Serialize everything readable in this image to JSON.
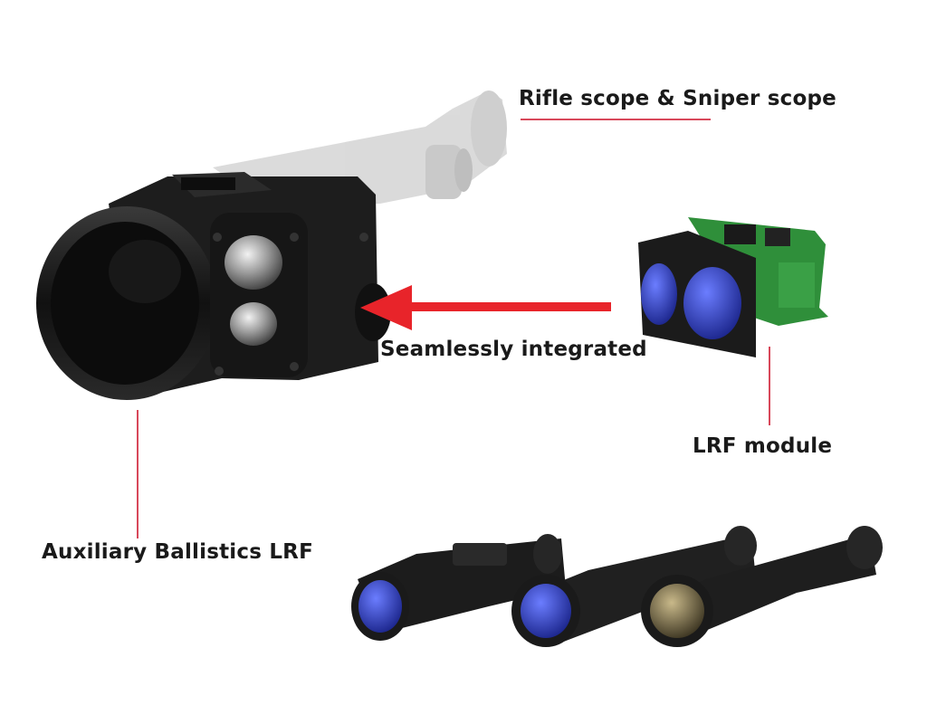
{
  "labels": {
    "rifle_scope": "Rifle scope & Sniper scope",
    "seamless": "Seamlessly integrated",
    "lrf_module": "LRF module",
    "auxiliary": "Auxiliary Ballistics LRF"
  },
  "colors": {
    "leader_line": "#d8485a",
    "arrow": "#e8242a",
    "device_body": "#1c1c1c",
    "scope_ghost": "#c9c9c9",
    "pcb_green": "#2f8f3a",
    "lens_blue": "#2a3fb5"
  },
  "icons": [
    "arrow-left-icon"
  ]
}
